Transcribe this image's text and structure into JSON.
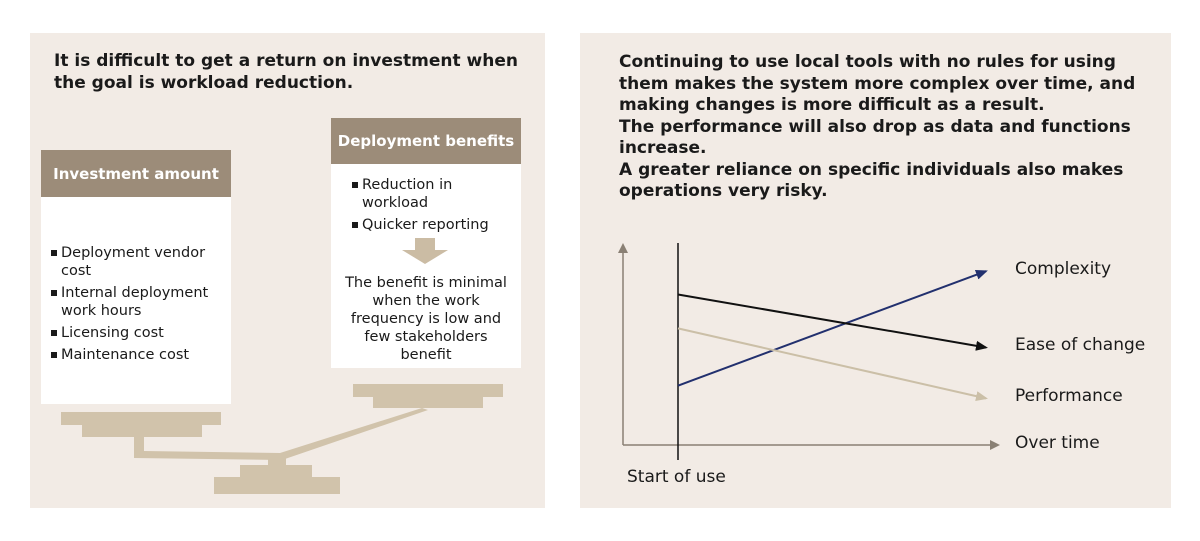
{
  "left": {
    "heading": "It is difficult to get a return on investment when the goal is workload reduction.",
    "investment": {
      "title": "Investment amount",
      "items": [
        "Deployment vendor cost",
        "Internal deployment work hours",
        "Licensing cost",
        "Maintenance cost"
      ]
    },
    "benefits": {
      "title": "Deployment benefits",
      "items": [
        "Reduction in workload",
        "Quicker reporting"
      ],
      "note": "The benefit is minimal when the work frequency is low and few stakeholders benefit"
    },
    "colors": {
      "header": "#9c8c79",
      "scale": "#d1c3ab",
      "arrow": "#cbbca4",
      "panel": "#f2ebe5"
    }
  },
  "right": {
    "heading_lines": [
      "Continuing to use local tools with no rules for using them makes the system more complex over time, and making changes is more difficult as a result.",
      "The performance will also drop as data and functions increase.",
      "A greater reliance on specific individuals also makes operations very risky."
    ],
    "chart_data": {
      "type": "line",
      "xlabel": "Over time",
      "x_marker": "Start of use",
      "series": [
        {
          "name": "Complexity",
          "trend": "increasing",
          "values": [
            0.28,
            0.82
          ],
          "color": "#22306e"
        },
        {
          "name": "Ease of change",
          "trend": "decreasing",
          "values": [
            0.71,
            0.46
          ],
          "color": "#111111"
        },
        {
          "name": "Performance",
          "trend": "decreasing",
          "values": [
            0.55,
            0.22
          ],
          "color": "#cbbfa7"
        }
      ],
      "ylim": [
        0,
        1
      ],
      "axis_color": "#8a8074"
    }
  }
}
